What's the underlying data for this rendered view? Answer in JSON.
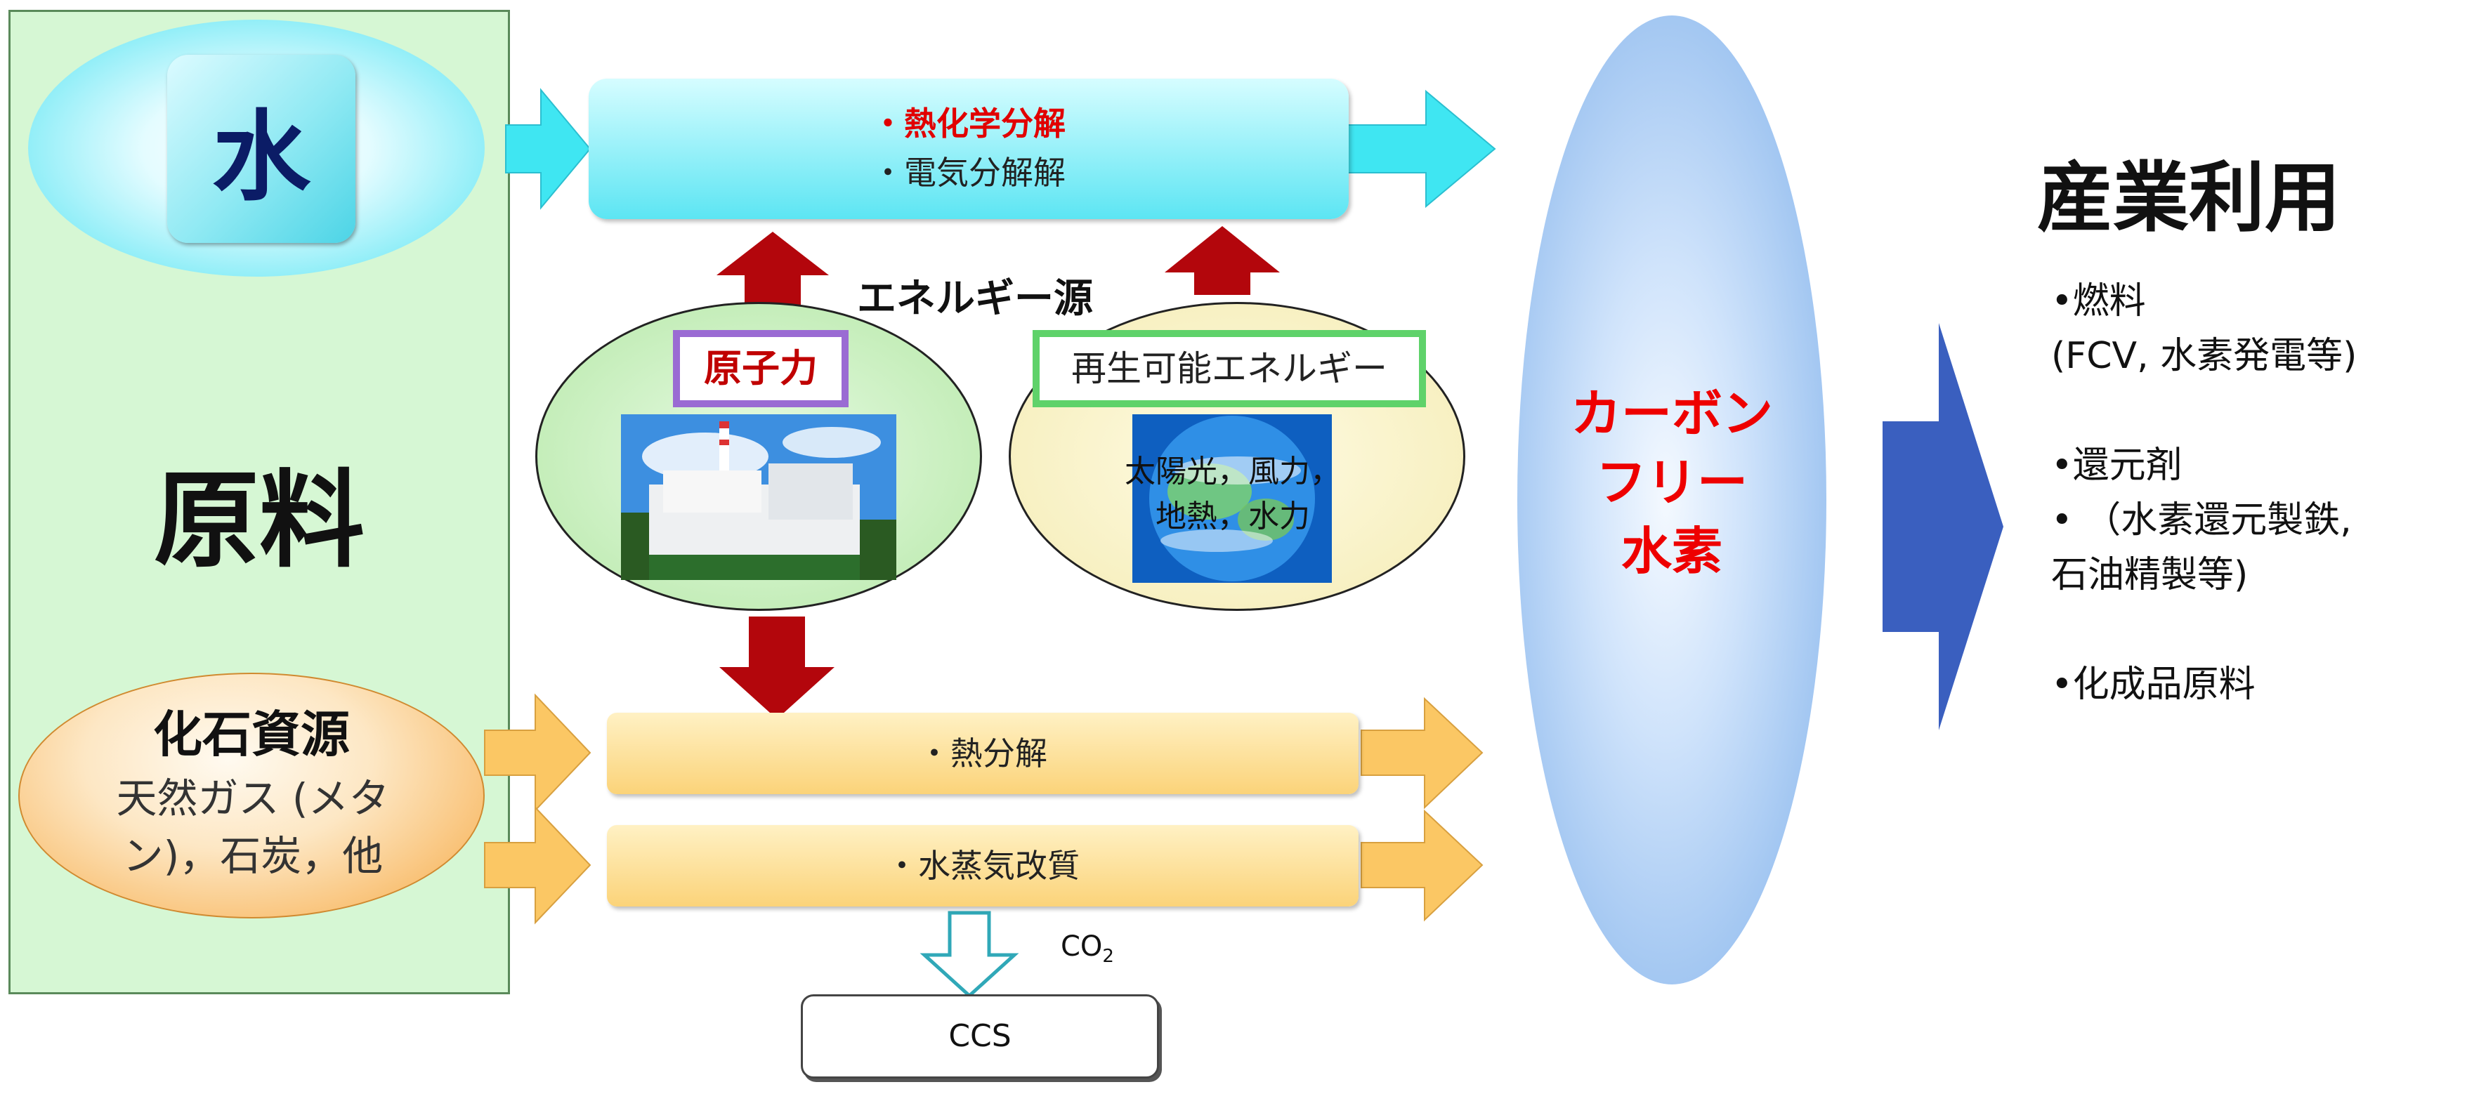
{
  "raw_materials": {
    "label": "原料",
    "water": "水",
    "fossil": {
      "title": "化石資源",
      "line1": "天然ガス (メタ",
      "line2": "ン)，石炭，他"
    }
  },
  "processes": {
    "top_line1": "・熱化学分解",
    "top_line2": "・電気分解解",
    "pyrolysis": "・熱分解",
    "steam_reforming": "・水蒸気改質"
  },
  "energy_sources": {
    "title": "エネルギー源",
    "nuclear": "原子力",
    "renewable": "再生可能エネルギー",
    "renewable_line1": "太陽光，風力，",
    "renewable_line2": "地熱，水力"
  },
  "carbon_free": {
    "line1": "カーボン",
    "line2": "フリー",
    "line3": "水素"
  },
  "industry": {
    "title": "産業利用",
    "items": [
      "•燃料",
      "(FCV, 水素発電等)",
      "",
      "•還元剤",
      "• （水素還元製鉄,",
      "石油精製等)",
      "",
      "•化成品原料"
    ]
  },
  "ccs": {
    "label": "CCS",
    "co2_main": "CO",
    "co2_sub": "2"
  },
  "colors": {
    "cyan_arrow": "#3fe6f2",
    "orange_arrow": "#fbc764",
    "red_arrow": "#b3060c",
    "blue_arrow": "#3a5fbf",
    "highlight_red": "#e10000"
  }
}
